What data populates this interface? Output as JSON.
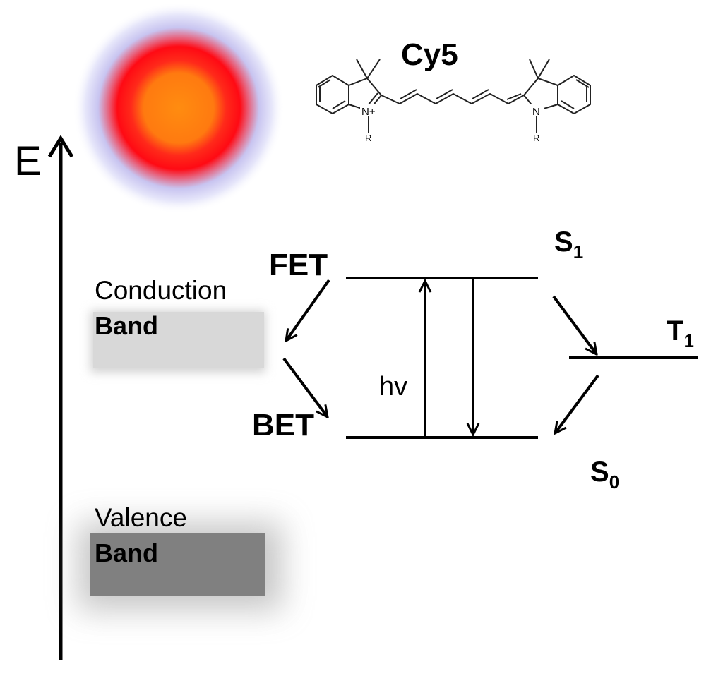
{
  "axis": {
    "label": "E"
  },
  "molecule": {
    "name": "Cy5",
    "n_plus": "N+",
    "n_label": "N",
    "r_left": "R",
    "r_right": "R"
  },
  "bands": {
    "conduction_line1": "Conduction",
    "conduction_line2": "Band",
    "valence_line1": "Valence",
    "valence_line2": "Band"
  },
  "states": {
    "s1_main": "S",
    "s1_sub": "1",
    "s0_main": "S",
    "s0_sub": "0",
    "t1_main": "T",
    "t1_sub": "1"
  },
  "processes": {
    "fet": "FET",
    "bet": "BET",
    "excitation": "hv"
  },
  "colors": {
    "dot_core": "#ff7f11",
    "dot_ring": "#ff1a1a",
    "dot_halo": "#b4b4f0",
    "valence_band": "#808080",
    "conduction_band": "#d6d6d6"
  }
}
